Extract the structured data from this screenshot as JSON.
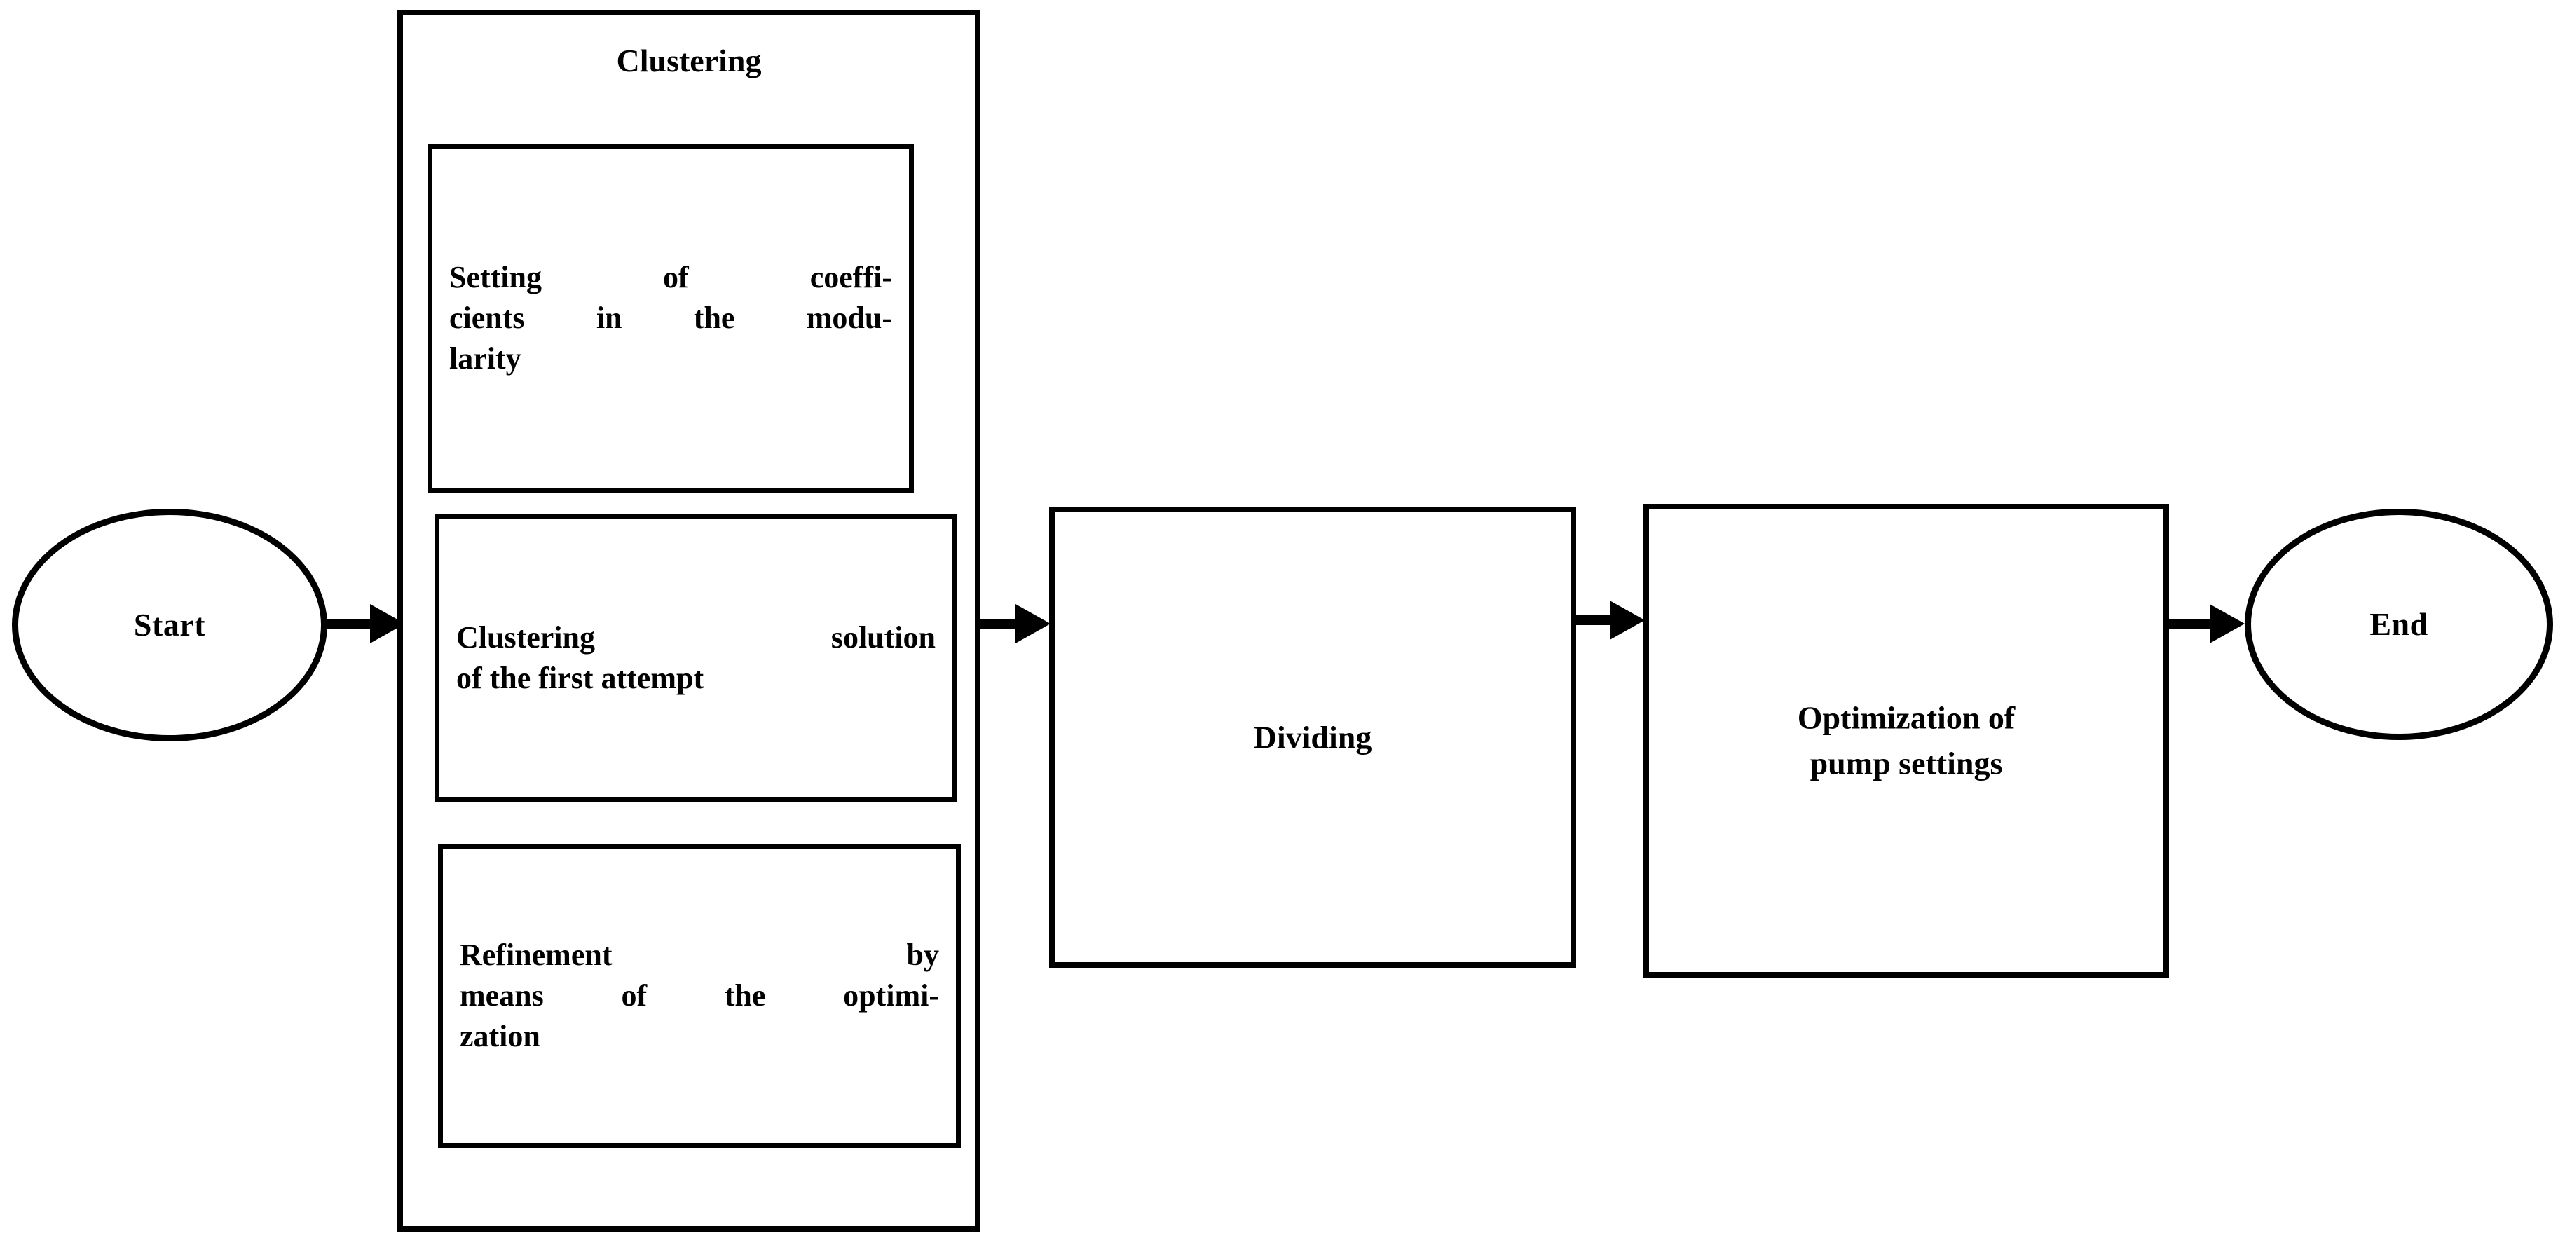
{
  "diagram": {
    "type": "flowchart",
    "orientation": "left-to-right",
    "background_color": "#ffffff",
    "stroke_color": "#000000",
    "nodes": {
      "start": {
        "label": "Start",
        "shape": "ellipse"
      },
      "clustering_group": {
        "title": "Clustering",
        "shape": "container"
      },
      "coefficients": {
        "shape": "rectangle",
        "text": "Setting of coefficients in the modularity",
        "lines": [
          {
            "words": [
              "Setting",
              "of",
              "coeffi-"
            ],
            "last": false
          },
          {
            "words": [
              "cients",
              "in",
              "the",
              "modu-"
            ],
            "last": false
          },
          {
            "words": [
              "larity"
            ],
            "last": true
          }
        ]
      },
      "clustering_solution": {
        "shape": "rectangle",
        "text": "Clustering solution of the first attempt",
        "lines": [
          {
            "words": [
              "Clustering",
              "solution"
            ],
            "last": false
          },
          {
            "words": [
              "of",
              "the",
              "first",
              "attempt"
            ],
            "last": true
          }
        ]
      },
      "refinement": {
        "shape": "rectangle",
        "text": "Refinement by means of the optimization",
        "lines": [
          {
            "words": [
              "Refinement",
              "by"
            ],
            "last": false
          },
          {
            "words": [
              "means",
              "of",
              "the",
              "optimi-"
            ],
            "last": false
          },
          {
            "words": [
              "zation"
            ],
            "last": true
          }
        ]
      },
      "dividing": {
        "label": "Dividing",
        "shape": "rectangle"
      },
      "optimization": {
        "shape": "rectangle",
        "line1": "Optimization of",
        "line2": "pump settings"
      },
      "end": {
        "label": "End",
        "shape": "ellipse"
      }
    },
    "edges": [
      {
        "from": "start",
        "to": "clustering_group",
        "style": "solid-arrow"
      },
      {
        "from": "clustering_group",
        "to": "dividing",
        "style": "solid-arrow"
      },
      {
        "from": "dividing",
        "to": "optimization",
        "style": "solid-arrow"
      },
      {
        "from": "optimization",
        "to": "end",
        "style": "solid-arrow"
      }
    ]
  }
}
